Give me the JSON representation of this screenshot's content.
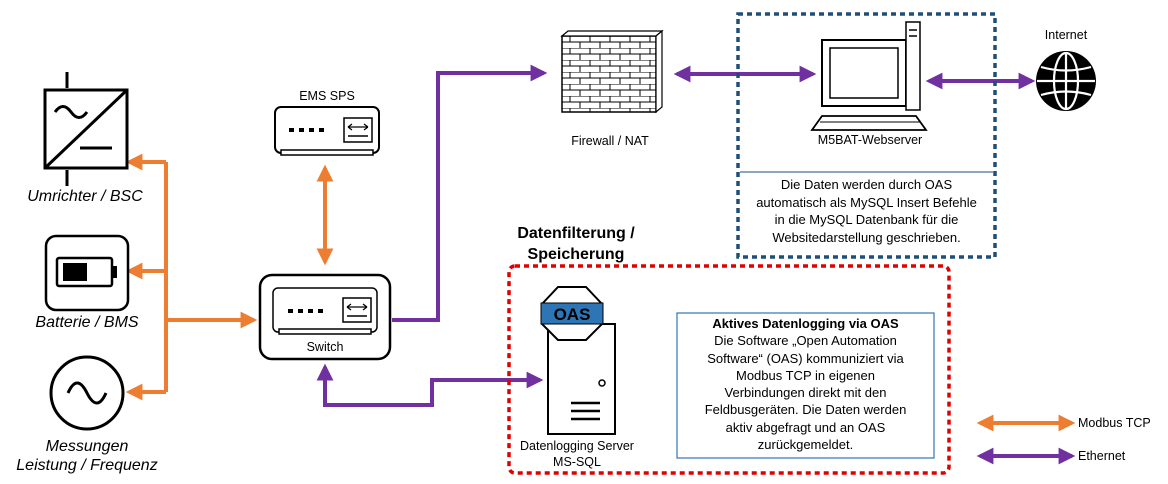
{
  "labels": {
    "inverter": "Umrichter / BSC",
    "battery": "Batterie / BMS",
    "measurement_line1": "Messungen",
    "measurement_line2": "Leistung / Frequenz",
    "ems": "EMS SPS",
    "switch": "Switch",
    "firewall": "Firewall / NAT",
    "webserver": "M5BAT-Webserver",
    "internet": "Internet",
    "filtering_line1": "Datenfilterung /",
    "filtering_line2": "Speicherung",
    "oas_badge": "OAS",
    "logging_server_line1": "Datenlogging Server",
    "logging_server_line2": "MS-SQL"
  },
  "web_note": {
    "lines": [
      "Die Daten werden durch OAS",
      "automatisch als MySQL Insert Befehle",
      "in die MySQL Datenbank für die",
      "Websitedarstellung geschrieben."
    ]
  },
  "oas_note": {
    "title": "Aktives Datenlogging via OAS",
    "lines": [
      "Die Software „Open Automation",
      "Software“ (OAS) kommuniziert via",
      "Modbus TCP in eigenen",
      "Verbindungen direkt mit den",
      "Feldbusgeräten. Die Daten werden",
      "aktiv abgefragt und an OAS",
      "zurückgemeldet."
    ]
  },
  "legend": {
    "modbus": "Modbus TCP",
    "ethernet": "Ethernet"
  },
  "colors": {
    "modbus": "#ED7D31",
    "ethernet": "#7030A0",
    "web_border": "#1F4E79",
    "storage_border": "#E00000",
    "oas_badge": "#2E75B6",
    "note_border": "#2E75B6"
  }
}
